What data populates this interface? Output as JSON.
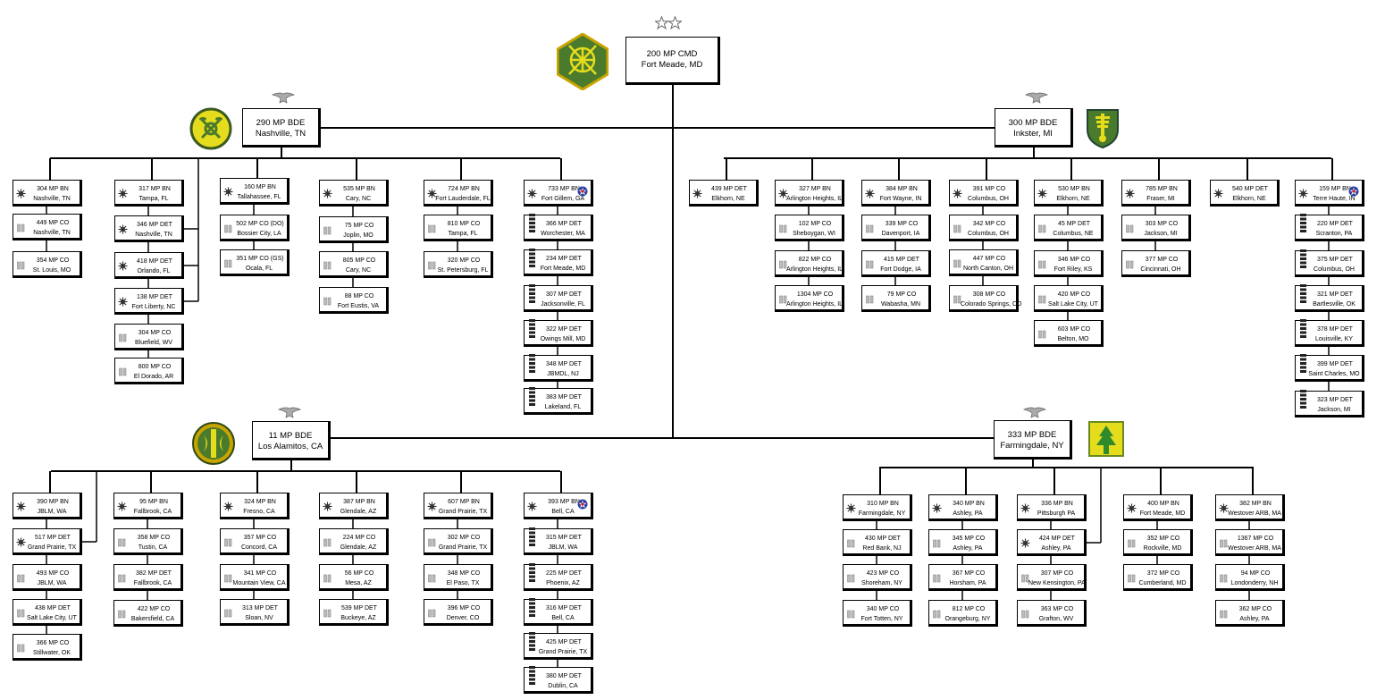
{
  "command": {
    "name": "200 MP CMD",
    "location": "Fort Meade, MD",
    "rank": "two-star-rank-insignia"
  },
  "brigades": [
    {
      "id": "290",
      "name": "290 MP BDE",
      "location": "Nashville, TN",
      "rank": "eagle-rank-insignia",
      "patch": "290-mp-bde-patch",
      "columns": [
        [
          {
            "l1": "304 MP BN",
            "l2": "Nashville, TN",
            "icon": "emblem"
          },
          {
            "l1": "449 MP CO",
            "l2": "Nashville, TN",
            "icon": "bar"
          },
          {
            "l1": "354 MP CO",
            "l2": "St. Louis, MO",
            "icon": "bar"
          }
        ],
        [
          {
            "l1": "317 MP BN",
            "l2": "Tampa, FL",
            "icon": "emblem"
          },
          {
            "l1": "346 MP DET",
            "l2": "Nashville, TN",
            "icon": "emblem"
          },
          {
            "l1": "418 MP DET",
            "l2": "Orlando, FL",
            "icon": "emblem"
          },
          {
            "l1": "138 MP DET",
            "l2": "Fort Liberty, NC",
            "icon": "emblem"
          },
          {
            "l1": "304 MP CO",
            "l2": "Bluefield, WV",
            "icon": "bar"
          },
          {
            "l1": "800 MP CO",
            "l2": "El Dorado, AR",
            "icon": "bar"
          }
        ],
        [
          {
            "l1": "160 MP BN",
            "l2": "Tallahassee, FL",
            "icon": "emblem"
          },
          {
            "l1": "502 MP CO (DO)",
            "l2": "Bossier City, LA",
            "icon": "bar"
          },
          {
            "l1": "351 MP CO (GS)",
            "l2": "Ocala, FL",
            "icon": "bar"
          }
        ],
        [
          {
            "l1": "535 MP BN",
            "l2": "Cary, NC",
            "icon": "emblem"
          },
          {
            "l1": "75 MP CO",
            "l2": "Joplin, MO",
            "icon": "bar"
          },
          {
            "l1": "805 MP CO",
            "l2": "Cary, NC",
            "icon": "bar"
          },
          {
            "l1": "88 MP CO",
            "l2": "Fort Eustis, VA",
            "icon": "bar"
          }
        ],
        [
          {
            "l1": "724 MP BN",
            "l2": "Fort Lauderdale, FL",
            "icon": "emblem"
          },
          {
            "l1": "810 MP CO",
            "l2": "Tampa, FL",
            "icon": "bar"
          },
          {
            "l1": "320 MP CO",
            "l2": "St. Petersburg, FL",
            "icon": "bar"
          }
        ],
        [
          {
            "l1": "733 MP BN",
            "l2": "Fort Gillem, GA",
            "icon": "emblem",
            "flag": true
          },
          {
            "l1": "366 MP DET",
            "l2": "Worchester, MA",
            "icon": "block"
          },
          {
            "l1": "234 MP DET",
            "l2": "Fort Meade, MD",
            "icon": "block"
          },
          {
            "l1": "307 MP DET",
            "l2": "Jacksonville, FL",
            "icon": "block"
          },
          {
            "l1": "322 MP DET",
            "l2": "Owings Mill, MD",
            "icon": "block"
          },
          {
            "l1": "348 MP DET",
            "l2": "JBMDL, NJ",
            "icon": "block"
          },
          {
            "l1": "383 MP DET",
            "l2": "Lakeland, FL",
            "icon": "block"
          }
        ]
      ]
    },
    {
      "id": "300",
      "name": "300 MP BDE",
      "location": "Inkster, MI",
      "rank": "eagle-rank-insignia",
      "patch": "300-mp-bde-patch",
      "columns": [
        [
          {
            "l1": "439 MP DET",
            "l2": "Elkhorn, NE",
            "icon": "emblem"
          }
        ],
        [
          {
            "l1": "327 MP BN",
            "l2": "Arlington Heights, IL",
            "icon": "emblem"
          },
          {
            "l1": "102 MP CO",
            "l2": "Sheboygan, WI",
            "icon": "bar"
          },
          {
            "l1": "822 MP CO",
            "l2": "Arlington Heights, IL",
            "icon": "bar"
          },
          {
            "l1": "1304 MP CO",
            "l2": "Arlington Heights, IL",
            "icon": "bar"
          }
        ],
        [
          {
            "l1": "384 MP BN",
            "l2": "Fort Wayne, IN",
            "icon": "emblem"
          },
          {
            "l1": "339 MP CO",
            "l2": "Davenport, IA",
            "icon": "bar"
          },
          {
            "l1": "415 MP DET",
            "l2": "Fort Dodge, IA",
            "icon": "bar"
          },
          {
            "l1": "79 MP CO",
            "l2": "Wabasha, MN",
            "icon": "bar"
          }
        ],
        [
          {
            "l1": "391 MP CO",
            "l2": "Columbus, OH",
            "icon": "emblem"
          },
          {
            "l1": "342 MP CO",
            "l2": "Columbus, OH",
            "icon": "bar"
          },
          {
            "l1": "447 MP CO",
            "l2": "North Canton, OH",
            "icon": "bar"
          },
          {
            "l1": "308 MP CO",
            "l2": "Colorado Springs, CO",
            "icon": "bar"
          }
        ],
        [
          {
            "l1": "530 MP BN",
            "l2": "Elkhorn, NE",
            "icon": "emblem"
          },
          {
            "l1": "45 MP DET",
            "l2": "Columbus, NE",
            "icon": "bar"
          },
          {
            "l1": "346 MP CO",
            "l2": "Fort Riley, KS",
            "icon": "bar"
          },
          {
            "l1": "420 MP CO",
            "l2": "Salt Lake City, UT",
            "icon": "bar"
          },
          {
            "l1": "603 MP CO",
            "l2": "Belton, MO",
            "icon": "bar"
          }
        ],
        [
          {
            "l1": "785 MP BN",
            "l2": "Fraser, MI",
            "icon": "emblem"
          },
          {
            "l1": "303 MP CO",
            "l2": "Jackson, MI",
            "icon": "bar"
          },
          {
            "l1": "377 MP CO",
            "l2": "Cincinnati, OH",
            "icon": "bar"
          }
        ],
        [
          {
            "l1": "540 MP DET",
            "l2": "Elkhorn, NE",
            "icon": "emblem"
          }
        ],
        [
          {
            "l1": "159 MP BN",
            "l2": "Terre Haute, IN",
            "icon": "emblem",
            "flag": true
          },
          {
            "l1": "220 MP DET",
            "l2": "Scranton, PA",
            "icon": "block"
          },
          {
            "l1": "375 MP DET",
            "l2": "Columbus, OH",
            "icon": "block"
          },
          {
            "l1": "321 MP DET",
            "l2": "Bartlesville, OK",
            "icon": "block"
          },
          {
            "l1": "378 MP DET",
            "l2": "Louisville, KY",
            "icon": "block"
          },
          {
            "l1": "399 MP DET",
            "l2": "Saint Charles, MO",
            "icon": "block"
          },
          {
            "l1": "323 MP DET",
            "l2": "Jackson, MI",
            "icon": "block"
          }
        ]
      ]
    },
    {
      "id": "11",
      "name": "11 MP BDE",
      "location": "Los Alamitos, CA",
      "rank": "eagle-rank-insignia",
      "patch": "11-mp-bde-patch",
      "columns": [
        [
          {
            "l1": "390 MP BN",
            "l2": "JBLM, WA",
            "icon": "emblem"
          },
          {
            "l1": "517 MP DET",
            "l2": "Grand Prairie, TX",
            "icon": "emblem"
          },
          {
            "l1": "493 MP CO",
            "l2": "JBLM, WA",
            "icon": "bar"
          },
          {
            "l1": "438 MP DET",
            "l2": "Salt Lake City, UT",
            "icon": "bar"
          },
          {
            "l1": "366 MP CO",
            "l2": "Stillwater, OK",
            "icon": "bar"
          }
        ],
        [
          {
            "l1": "95 MP BN",
            "l2": "Fallbrook, CA",
            "icon": "emblem"
          },
          {
            "l1": "358 MP CO",
            "l2": "Tustin, CA",
            "icon": "bar"
          },
          {
            "l1": "382 MP DET",
            "l2": "Fallbrook, CA",
            "icon": "bar"
          },
          {
            "l1": "422 MP CO",
            "l2": "Bakersfield, CA",
            "icon": "bar"
          }
        ],
        [
          {
            "l1": "324 MP BN",
            "l2": "Fresno, CA",
            "icon": "emblem"
          },
          {
            "l1": "357 MP CO",
            "l2": "Concord, CA",
            "icon": "bar"
          },
          {
            "l1": "341 MP CO",
            "l2": "Mountain View, CA",
            "icon": "bar"
          },
          {
            "l1": "313 MP DET",
            "l2": "Sloan, NV",
            "icon": "bar"
          }
        ],
        [
          {
            "l1": "387 MP BN",
            "l2": "Glendale, AZ",
            "icon": "emblem"
          },
          {
            "l1": "224 MP CO",
            "l2": "Glendale, AZ",
            "icon": "bar"
          },
          {
            "l1": "56 MP CO",
            "l2": "Mesa, AZ",
            "icon": "bar"
          },
          {
            "l1": "539 MP DET",
            "l2": "Buckeye, AZ",
            "icon": "bar"
          }
        ],
        [
          {
            "l1": "607 MP BN",
            "l2": "Grand Prairie, TX",
            "icon": "emblem"
          },
          {
            "l1": "302 MP CO",
            "l2": "Grand Prairie, TX",
            "icon": "bar"
          },
          {
            "l1": "348 MP CO",
            "l2": "El Paso, TX",
            "icon": "bar"
          },
          {
            "l1": "396 MP CO",
            "l2": "Denver, CO",
            "icon": "bar"
          }
        ],
        [
          {
            "l1": "393 MP BN",
            "l2": "Bell, CA",
            "icon": "emblem",
            "flag": true
          },
          {
            "l1": "315 MP DET",
            "l2": "JBLM, WA",
            "icon": "block"
          },
          {
            "l1": "225 MP DET",
            "l2": "Phoenix, AZ",
            "icon": "block"
          },
          {
            "l1": "316 MP DET",
            "l2": "Bell, CA",
            "icon": "block"
          },
          {
            "l1": "425 MP DET",
            "l2": "Grand Prairie, TX",
            "icon": "block"
          },
          {
            "l1": "380 MP DET",
            "l2": "Dublin, CA",
            "icon": "block"
          }
        ]
      ]
    },
    {
      "id": "333",
      "name": "333 MP BDE",
      "location": "Farmingdale, NY",
      "rank": "eagle-rank-insignia",
      "patch": "333-mp-bde-patch",
      "columns": [
        [
          {
            "l1": "310 MP BN",
            "l2": "Farmingdale, NY",
            "icon": "emblem"
          },
          {
            "l1": "430 MP DET",
            "l2": "Red Bank, NJ",
            "icon": "bar"
          },
          {
            "l1": "423 MP CO",
            "l2": "Shoreham, NY",
            "icon": "bar"
          },
          {
            "l1": "340 MP CO",
            "l2": "Fort Totten, NY",
            "icon": "bar"
          }
        ],
        [
          {
            "l1": "340 MP BN",
            "l2": "Ashley, PA",
            "icon": "emblem"
          },
          {
            "l1": "345 MP CO",
            "l2": "Ashley, PA",
            "icon": "bar"
          },
          {
            "l1": "367 MP CO",
            "l2": "Horsham, PA",
            "icon": "bar"
          },
          {
            "l1": "812 MP CO",
            "l2": "Orangeburg, NY",
            "icon": "bar"
          }
        ],
        [
          {
            "l1": "336 MP BN",
            "l2": "Pittsburgh PA",
            "icon": "emblem"
          },
          {
            "l1": "424 MP DET",
            "l2": "Ashley, PA",
            "icon": "emblem"
          },
          {
            "l1": "307 MP CO",
            "l2": "New Kensington, PA",
            "icon": "bar"
          },
          {
            "l1": "363 MP CO",
            "l2": "Grafton, WV",
            "icon": "bar"
          }
        ],
        [
          {
            "l1": "400 MP BN",
            "l2": "Fort Meade, MD",
            "icon": "emblem"
          },
          {
            "l1": "352 MP CO",
            "l2": "Rockville, MD",
            "icon": "bar"
          },
          {
            "l1": "372 MP CO",
            "l2": "Cumberland, MD",
            "icon": "bar"
          }
        ],
        [
          {
            "l1": "382 MP BN",
            "l2": "Westover ARB, MA",
            "icon": "emblem"
          },
          {
            "l1": "1367 MP CO",
            "l2": "Westover ARB, MA",
            "icon": "bar"
          },
          {
            "l1": "94 MP CO",
            "l2": "Londonderry, NH",
            "icon": "bar"
          },
          {
            "l1": "362 MP CO",
            "l2": "Ashley, PA",
            "icon": "bar"
          }
        ]
      ]
    }
  ],
  "colors": {
    "patch_green": "#4a7a2c",
    "patch_yellow": "#e4dc1c",
    "patch_gold": "#c9a400",
    "line": "#000000",
    "flag_blue": "#2b3f9e",
    "flag_red": "#c8102e"
  }
}
